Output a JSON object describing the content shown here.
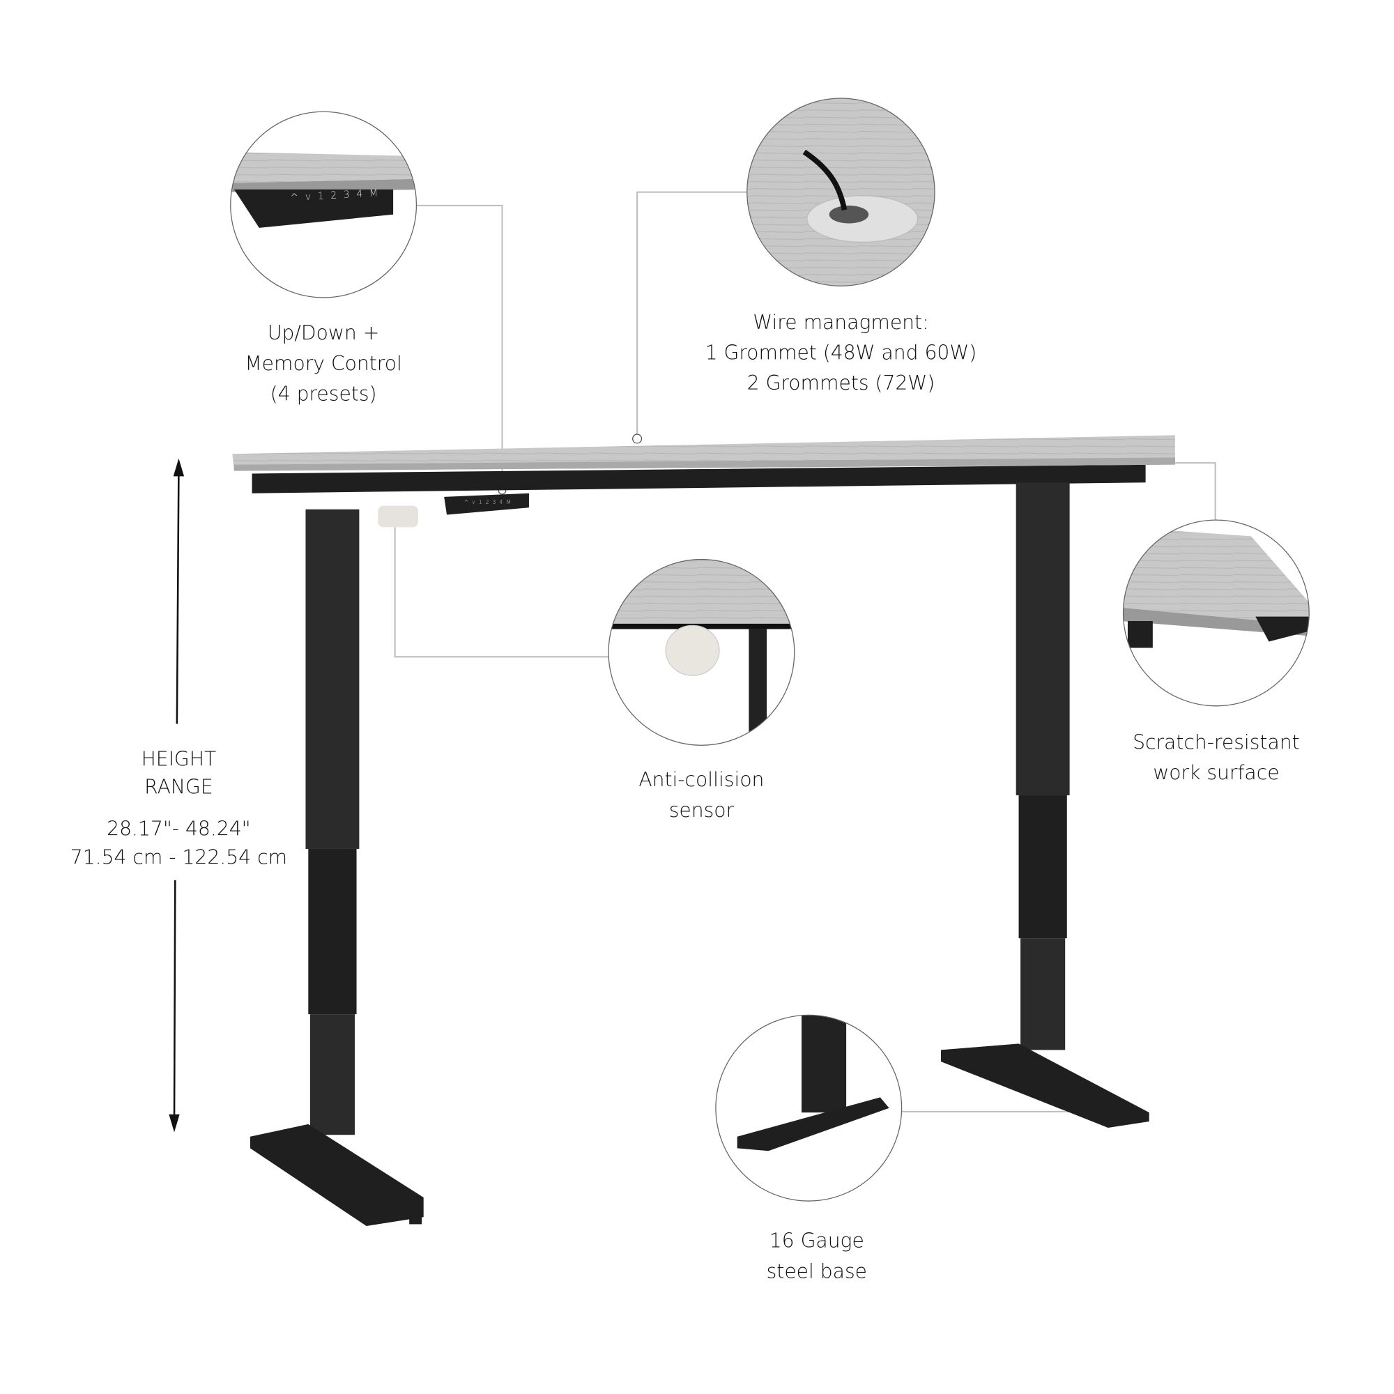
{
  "callouts": {
    "control": [
      "Up/Down +",
      "Memory Control",
      "(4 presets)"
    ],
    "wire": [
      "Wire managment:",
      "1 Grommet (48W and 60W)",
      "2 Grommets (72W)"
    ],
    "sensor": [
      "Anti-collision",
      "sensor"
    ],
    "surface": [
      "Scratch-resistant",
      "work surface"
    ],
    "base": [
      "16 Gauge",
      "steel base"
    ]
  },
  "height_range": {
    "label": [
      "HEIGHT",
      "RANGE"
    ],
    "inches": "28.17\"- 48.24\"",
    "cm": "71.54 cm - 122.54 cm"
  },
  "control_panel_keys": "^ v 1 2 3 4 M",
  "colors": {
    "desktop": "#c8c8c8",
    "frame": "#1f1f1f",
    "leader": "#bdbdbd"
  }
}
